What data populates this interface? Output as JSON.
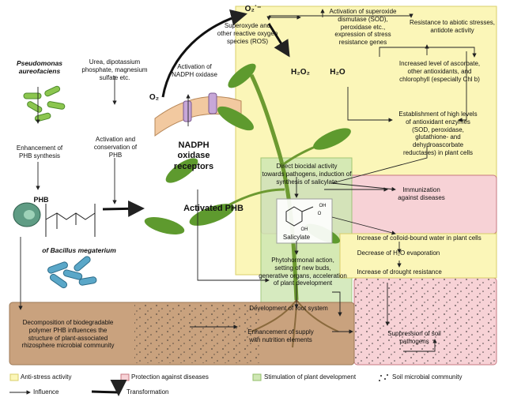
{
  "colors": {
    "anti_stress": "#fbf6b8",
    "anti_stress_border": "#d9cf6a",
    "protection": "#f7d2d6",
    "protection_border": "#c77880",
    "stimulation": "#cfe7b4",
    "stimulation_border": "#93bf6a",
    "soil": "#c9a27e",
    "plant_leaf": "#5e9a2e",
    "stem": "#6d9a31",
    "arrow": "#222222"
  },
  "icons": [
    "bacteria-rods-icon",
    "phb-granule-icon",
    "bacillus-cluster-icon",
    "cell-membrane-icon",
    "plant-icon",
    "salicylate-molecule-icon",
    "soil-dots-icon"
  ],
  "labels": {
    "pseudomonas": "Pseudomonas\naureofaciens",
    "enhancement_phb": "Enhancement of\nPHB synthesis",
    "urea": "Urea, dipotassium\nphosphate, magnesium\nsulfate etc.",
    "activation_conservation": "Activation and\nconservation of\nPHB",
    "phb": "PHB",
    "bacillus": "of Bacillus megaterium",
    "o2": "O₂",
    "o2_radical": "O₂˙⁻",
    "ros": "Superoxyde and\nother reactive oxygen\nspecies (ROS)",
    "activation_nadph": "Activation of\nNADPH oxidase",
    "nadph_receptors": "NADPH\noxidase\nreceptors",
    "activated_phb": "Activated PHB",
    "h2o2": "H₂O₂",
    "h2o": "H₂O",
    "activation_sod": "Activation of superoxide\ndismutase (SOD),\nperoxidase etc.,\nexpression of stress\nresistance genes",
    "resistance_abiotic": "Resistance to abiotic stresses,\nantidote activity",
    "increased_level": "Increased level of ascorbate,\nother antioxidants, and\nchlorophyll (especially Chl b)",
    "establishment": "Establishment of high levels\nof antioxidant enzymes\n(SOD, peroxidase,\nglutathione- and\ndehydroascorbate\nreductases) in plant cells",
    "direct_biocidal": "Direct biocidal activity\ntowards pathogens, induction of\nsynthesis of salicylate",
    "immunization": "Immunization\nagainst diseases",
    "salicylate": "Salicylate",
    "colloid_water": "Increase of colloid-bound water in plant cells",
    "decrease_evaporation": "Decrease of H₂O evaporation",
    "drought_resistance": "Increase of drought resistance",
    "phytohormonal": "Phytohormonal action,\nsetting of new buds,\ngenerative organs, acceleration\nof plant development",
    "root_system": "Development of root system",
    "nutrition": "Enhancement of supply\nwith nutrition elements",
    "suppression": "Suppression of soil\npathogens",
    "decomposition": "Decomposition of biodegradable\npolymer PHB influences the\nstructure of plant-associated\nrhizosphere microbial community",
    "mol_oh": "OH",
    "mol_o": "O",
    "mol_oh2": "OH"
  },
  "legend": {
    "anti_stress": "Anti-stress activity",
    "protection": "Protection against diseases",
    "stimulation": "Stimulation of plant development",
    "soil": "Soil microbial community",
    "influence": "Influence",
    "transformation": "Transformation"
  }
}
